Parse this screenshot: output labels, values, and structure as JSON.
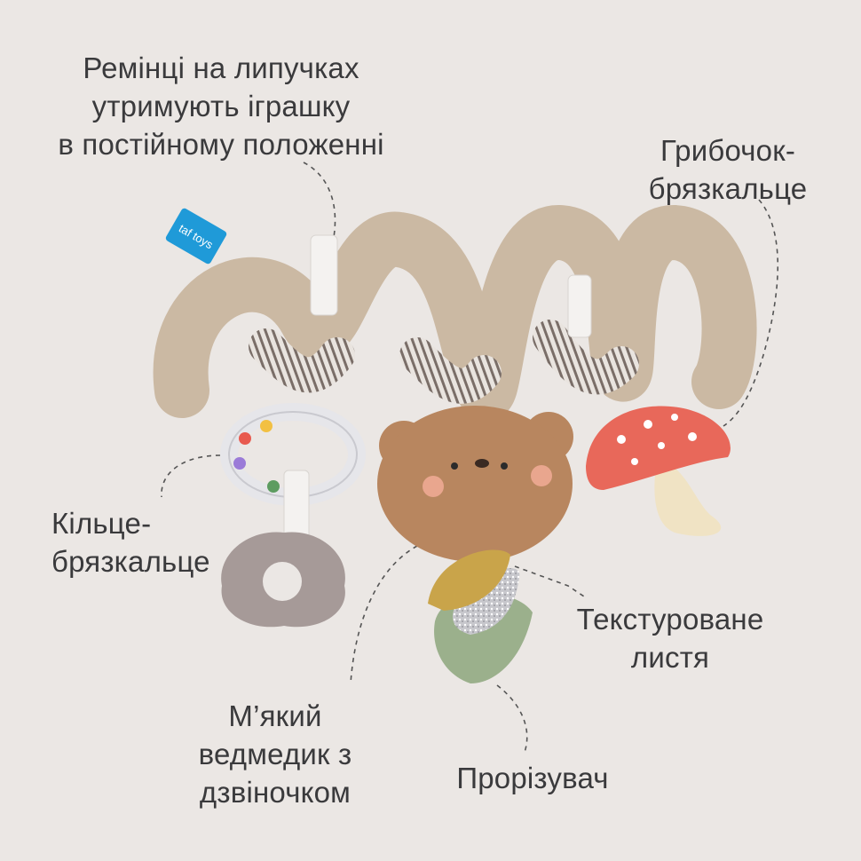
{
  "labels": {
    "straps": [
      "Ремінці на липучках",
      "утримують іграшку",
      "в постійному положенні"
    ],
    "mushroom": [
      "Грибочок-",
      "брязкальце"
    ],
    "ring": [
      "Кільце-",
      "брязкальце"
    ],
    "leaves": [
      "Текстуроване",
      "листя"
    ],
    "bear": [
      "М’який",
      "ведмедик з",
      "дзвіночком"
    ],
    "teether": [
      "Прорізувач"
    ]
  },
  "brand_tag": "taf toys",
  "colors": {
    "background": "#ebe7e4",
    "text": "#3a3a3c",
    "plush": "#cbb9a3",
    "stripe": "#7a6e68",
    "bear": "#b8865f",
    "mushroom_cap": "#e8685a",
    "teether_ring": "#a69a98",
    "leaf_green": "#9bb08c",
    "leaf_yellow": "#c9a44a",
    "tag_blue": "#1f9ad8"
  }
}
